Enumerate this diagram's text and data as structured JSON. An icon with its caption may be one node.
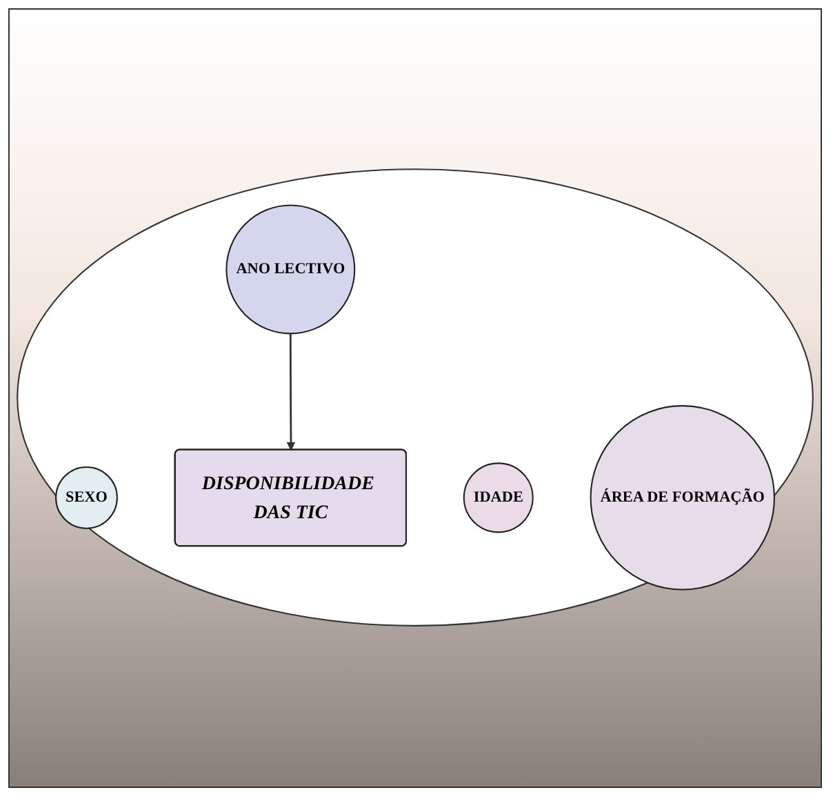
{
  "diagram": {
    "nodes": [
      {
        "text": [],
        "shape": "circle"
      },
      {
        "text": [
          "SEXO"
        ],
        "in": 0
      },
      {
        "text": [
          "IDADE"
        ],
        "in": 0
      },
      {
        "text": [
          "DISPONIBILIDADE DAS TIC"
        ],
        "in": 0
      },
      {
        "text": [
          "ANO LECTIVO"
        ],
        "in": 0
      },
      {
        "text": [
          "ÁREA DE FORMAÇÃO"
        ],
        "in": 0
      }
    ],
    "edges": [
      {
        "from": 4,
        "to": 3,
        "arrow": "to"
      }
    ]
  }
}
